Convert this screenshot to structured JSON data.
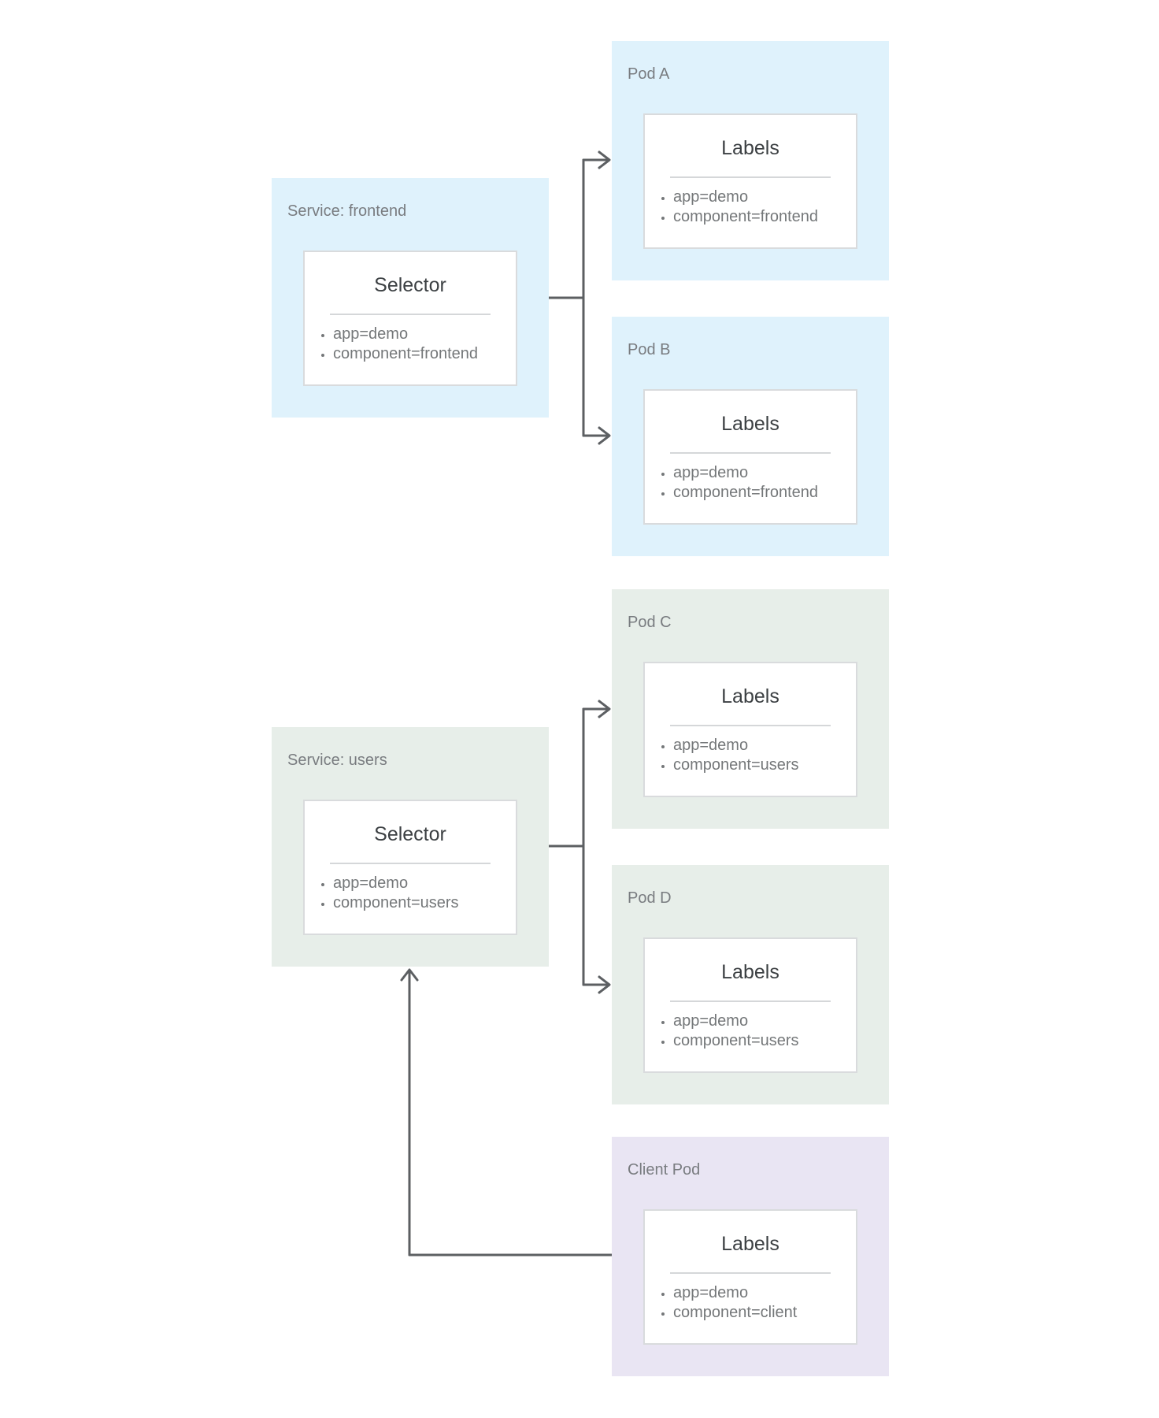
{
  "diagram": {
    "colors": {
      "frontend_group": "#dff2fc",
      "users_group": "#e7eee9",
      "client_group": "#e9e5f3",
      "connector_line": "#5c5f62",
      "card_border": "#d9dbdd",
      "card_divider": "#d5d7d9",
      "card_title_text": "#3c4043",
      "group_label_text": "#797c80",
      "item_text": "#747779"
    },
    "nodes": [
      {
        "id": "service-frontend",
        "group": "frontend",
        "title": "Service: frontend",
        "card_title": "Selector",
        "items": [
          "app=demo",
          "component=frontend"
        ]
      },
      {
        "id": "pod-a",
        "group": "frontend",
        "title": "Pod A",
        "card_title": "Labels",
        "items": [
          "app=demo",
          "component=frontend"
        ]
      },
      {
        "id": "pod-b",
        "group": "frontend",
        "title": "Pod B",
        "card_title": "Labels",
        "items": [
          "app=demo",
          "component=frontend"
        ]
      },
      {
        "id": "service-users",
        "group": "users",
        "title": "Service: users",
        "card_title": "Selector",
        "items": [
          "app=demo",
          "component=users"
        ]
      },
      {
        "id": "pod-c",
        "group": "users",
        "title": "Pod C",
        "card_title": "Labels",
        "items": [
          "app=demo",
          "component=users"
        ]
      },
      {
        "id": "pod-d",
        "group": "users",
        "title": "Pod D",
        "card_title": "Labels",
        "items": [
          "app=demo",
          "component=users"
        ]
      },
      {
        "id": "client-pod",
        "group": "client",
        "title": "Client Pod",
        "card_title": "Labels",
        "items": [
          "app=demo",
          "component=client"
        ]
      }
    ],
    "connections": [
      {
        "from": "service-frontend",
        "to": "pod-a"
      },
      {
        "from": "service-frontend",
        "to": "pod-b"
      },
      {
        "from": "service-users",
        "to": "pod-c"
      },
      {
        "from": "service-users",
        "to": "pod-d"
      },
      {
        "from": "client-pod",
        "to": "service-users"
      }
    ]
  }
}
